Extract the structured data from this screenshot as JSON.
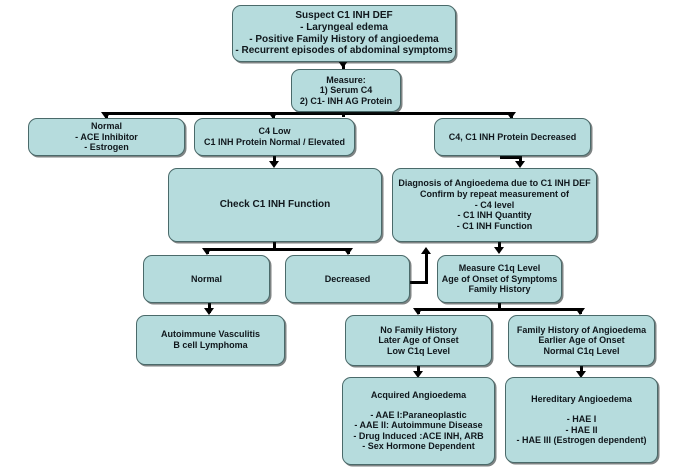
{
  "diagram": {
    "title": "C1 INH Deficiency Diagnostic Algorithm",
    "colors": {
      "node_fill": "#b6dcdd",
      "node_border": "#4a6a6a",
      "connector": "#000000",
      "background": "#ffffff",
      "text": "#10171c"
    }
  },
  "nodes": {
    "suspect": {
      "lines": [
        "Suspect C1 INH DEF",
        "- Laryngeal edema",
        "-  Positive Family History of angioedema",
        "-  Recurrent episodes of abdominal symptoms"
      ]
    },
    "measure": {
      "lines": [
        "Measure:",
        "1) Serum C4",
        "2) C1- INH AG Protein"
      ]
    },
    "normal_ace": {
      "lines": [
        "Normal",
        "- ACE Inhibitor",
        "-  Estrogen"
      ]
    },
    "c4_low": {
      "lines": [
        "C4 Low",
        "C1 INH Protein Normal / Elevated"
      ]
    },
    "c4_c1_decreased": {
      "lines": [
        "C4, C1 INH Protein Decreased"
      ]
    },
    "check_function": {
      "lines": [
        "Check C1 INH Function"
      ]
    },
    "diagnosis": {
      "lines": [
        "Diagnosis of Angioedema due to C1 INH DEF",
        "Confirm by repeat measurement of",
        "- C4 level",
        "- C1 INH Quantity",
        "- C1 INH Function"
      ]
    },
    "function_normal": {
      "lines": [
        "Normal"
      ]
    },
    "function_decreased": {
      "lines": [
        "Decreased"
      ]
    },
    "measure_c1q": {
      "lines": [
        "Measure C1q Level",
        "Age of Onset of Symptoms",
        "Family History"
      ]
    },
    "autoimmune": {
      "lines": [
        "Autoimmune Vasculitis",
        "B cell Lymphoma"
      ]
    },
    "no_family_history": {
      "lines": [
        "No Family History",
        "Later Age of Onset",
        "Low C1q Level"
      ]
    },
    "family_history": {
      "lines": [
        "Family History of Angioedema",
        "Earlier Age of Onset",
        "Normal C1q Level"
      ]
    },
    "acquired": {
      "heading": "Acquired Angioedema",
      "lines": [
        "- AAE I:Paraneoplastic",
        "- AAE II: Autoimmune Disease",
        "- Drug Induced :ACE INH, ARB",
        "- Sex Hormone Dependent"
      ]
    },
    "hereditary": {
      "heading": "Hereditary Angioedema",
      "lines": [
        "- HAE I",
        "- HAE II",
        "- HAE III (Estrogen dependent)"
      ]
    }
  }
}
